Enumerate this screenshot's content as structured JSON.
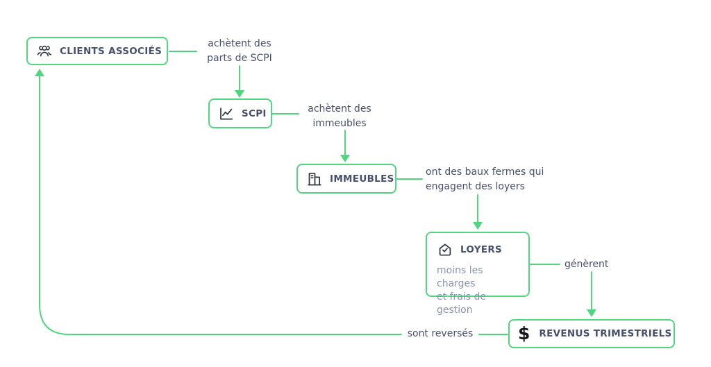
{
  "diagram": {
    "title": "scpi-investment-cycle",
    "nodes": {
      "clients": {
        "label": "CLIENTS ASSOCIÉS",
        "icon": "group-icon"
      },
      "scpi": {
        "label": "SCPI",
        "icon": "line-chart-icon"
      },
      "immeubles": {
        "label": "IMMEUBLES",
        "icon": "building-icon"
      },
      "loyers": {
        "label": "LOYERS",
        "icon": "house-check-icon",
        "note": "moins les charges\net frais de gestion"
      },
      "revenus": {
        "label": "REVENUS TRIMESTRIELS",
        "icon": "dollar-icon",
        "icon_glyph": "$"
      }
    },
    "edges": {
      "clients_to_scpi": "achètent des\nparts de SCPI",
      "scpi_to_immeubles": "achètent des\nimmeubles",
      "immeubles_to_loyers": "ont des baux fermes qui\nengagent des loyers",
      "loyers_to_revenus": "génèrent",
      "revenus_to_clients": "sont reversés"
    },
    "colors": {
      "accent_green": "#4fd67f",
      "title_text": "#46506b",
      "muted_text": "#8a94ac",
      "icon_dark": "#2e323b"
    }
  }
}
